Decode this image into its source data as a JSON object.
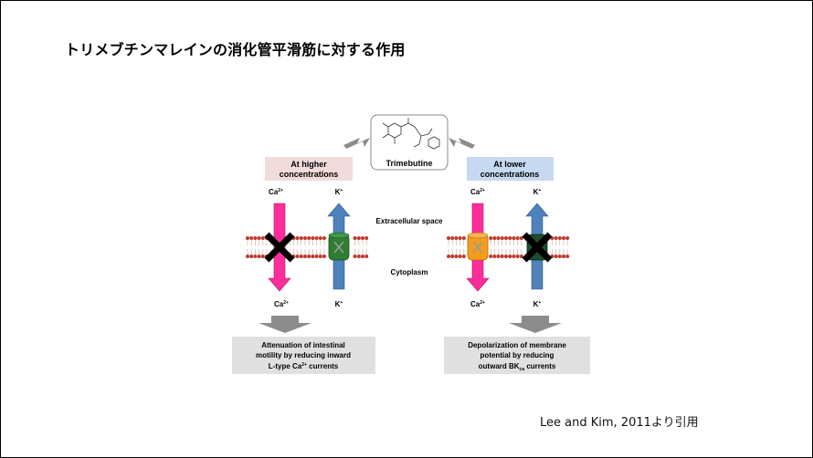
{
  "title": "トリメブチンマレインの消化管平滑筋に対する作用",
  "citation": "Lee and Kim, 2011より引用",
  "compound": {
    "name": "Trimebutine"
  },
  "left_panel": {
    "header": [
      "At higher",
      "concentrations"
    ],
    "ion_top_1": "Ca",
    "ion_top_1_sup": "2+",
    "ion_top_2": "K",
    "ion_top_2_sup": "+",
    "ion_bottom_1": "Ca",
    "ion_bottom_1_sup": "2+",
    "ion_bottom_2": "K",
    "ion_bottom_2_sup": "+",
    "result_line1": "Attenuation of intestinal",
    "result_line2": "motility by reducing inward",
    "result_line3_pre": "L-type Ca",
    "result_line3_sup": "2+",
    "result_line3_post": " currents",
    "header_bg": "#f2dcdb"
  },
  "right_panel": {
    "header": [
      "At lower",
      "concentrations"
    ],
    "ion_top_1": "Ca",
    "ion_top_1_sup": "2+",
    "ion_top_2": "K",
    "ion_top_2_sup": "+",
    "ion_bottom_1": "Ca",
    "ion_bottom_1_sup": "2+",
    "ion_bottom_2": "K",
    "ion_bottom_2_sup": "+",
    "result_line1": "Depolarization of membrane",
    "result_line2": "potential by reducing",
    "result_line3_pre": "outward BK",
    "result_line3_sub": "ca",
    "result_line3_post": " currents",
    "header_bg": "#c6d9f1"
  },
  "labels": {
    "extracellular": "Extracellular space",
    "cytoplasm": "Cytoplasm"
  },
  "colors": {
    "ca_arrow": "#ff2d9b",
    "k_arrow": "#4f81bd",
    "channel_green": "#2e7d32",
    "channel_orange": "#f39c1e",
    "lipid_head": "#c0392b",
    "result_box": "#e0e0e0",
    "block_arrow": "#8c8c8c"
  }
}
